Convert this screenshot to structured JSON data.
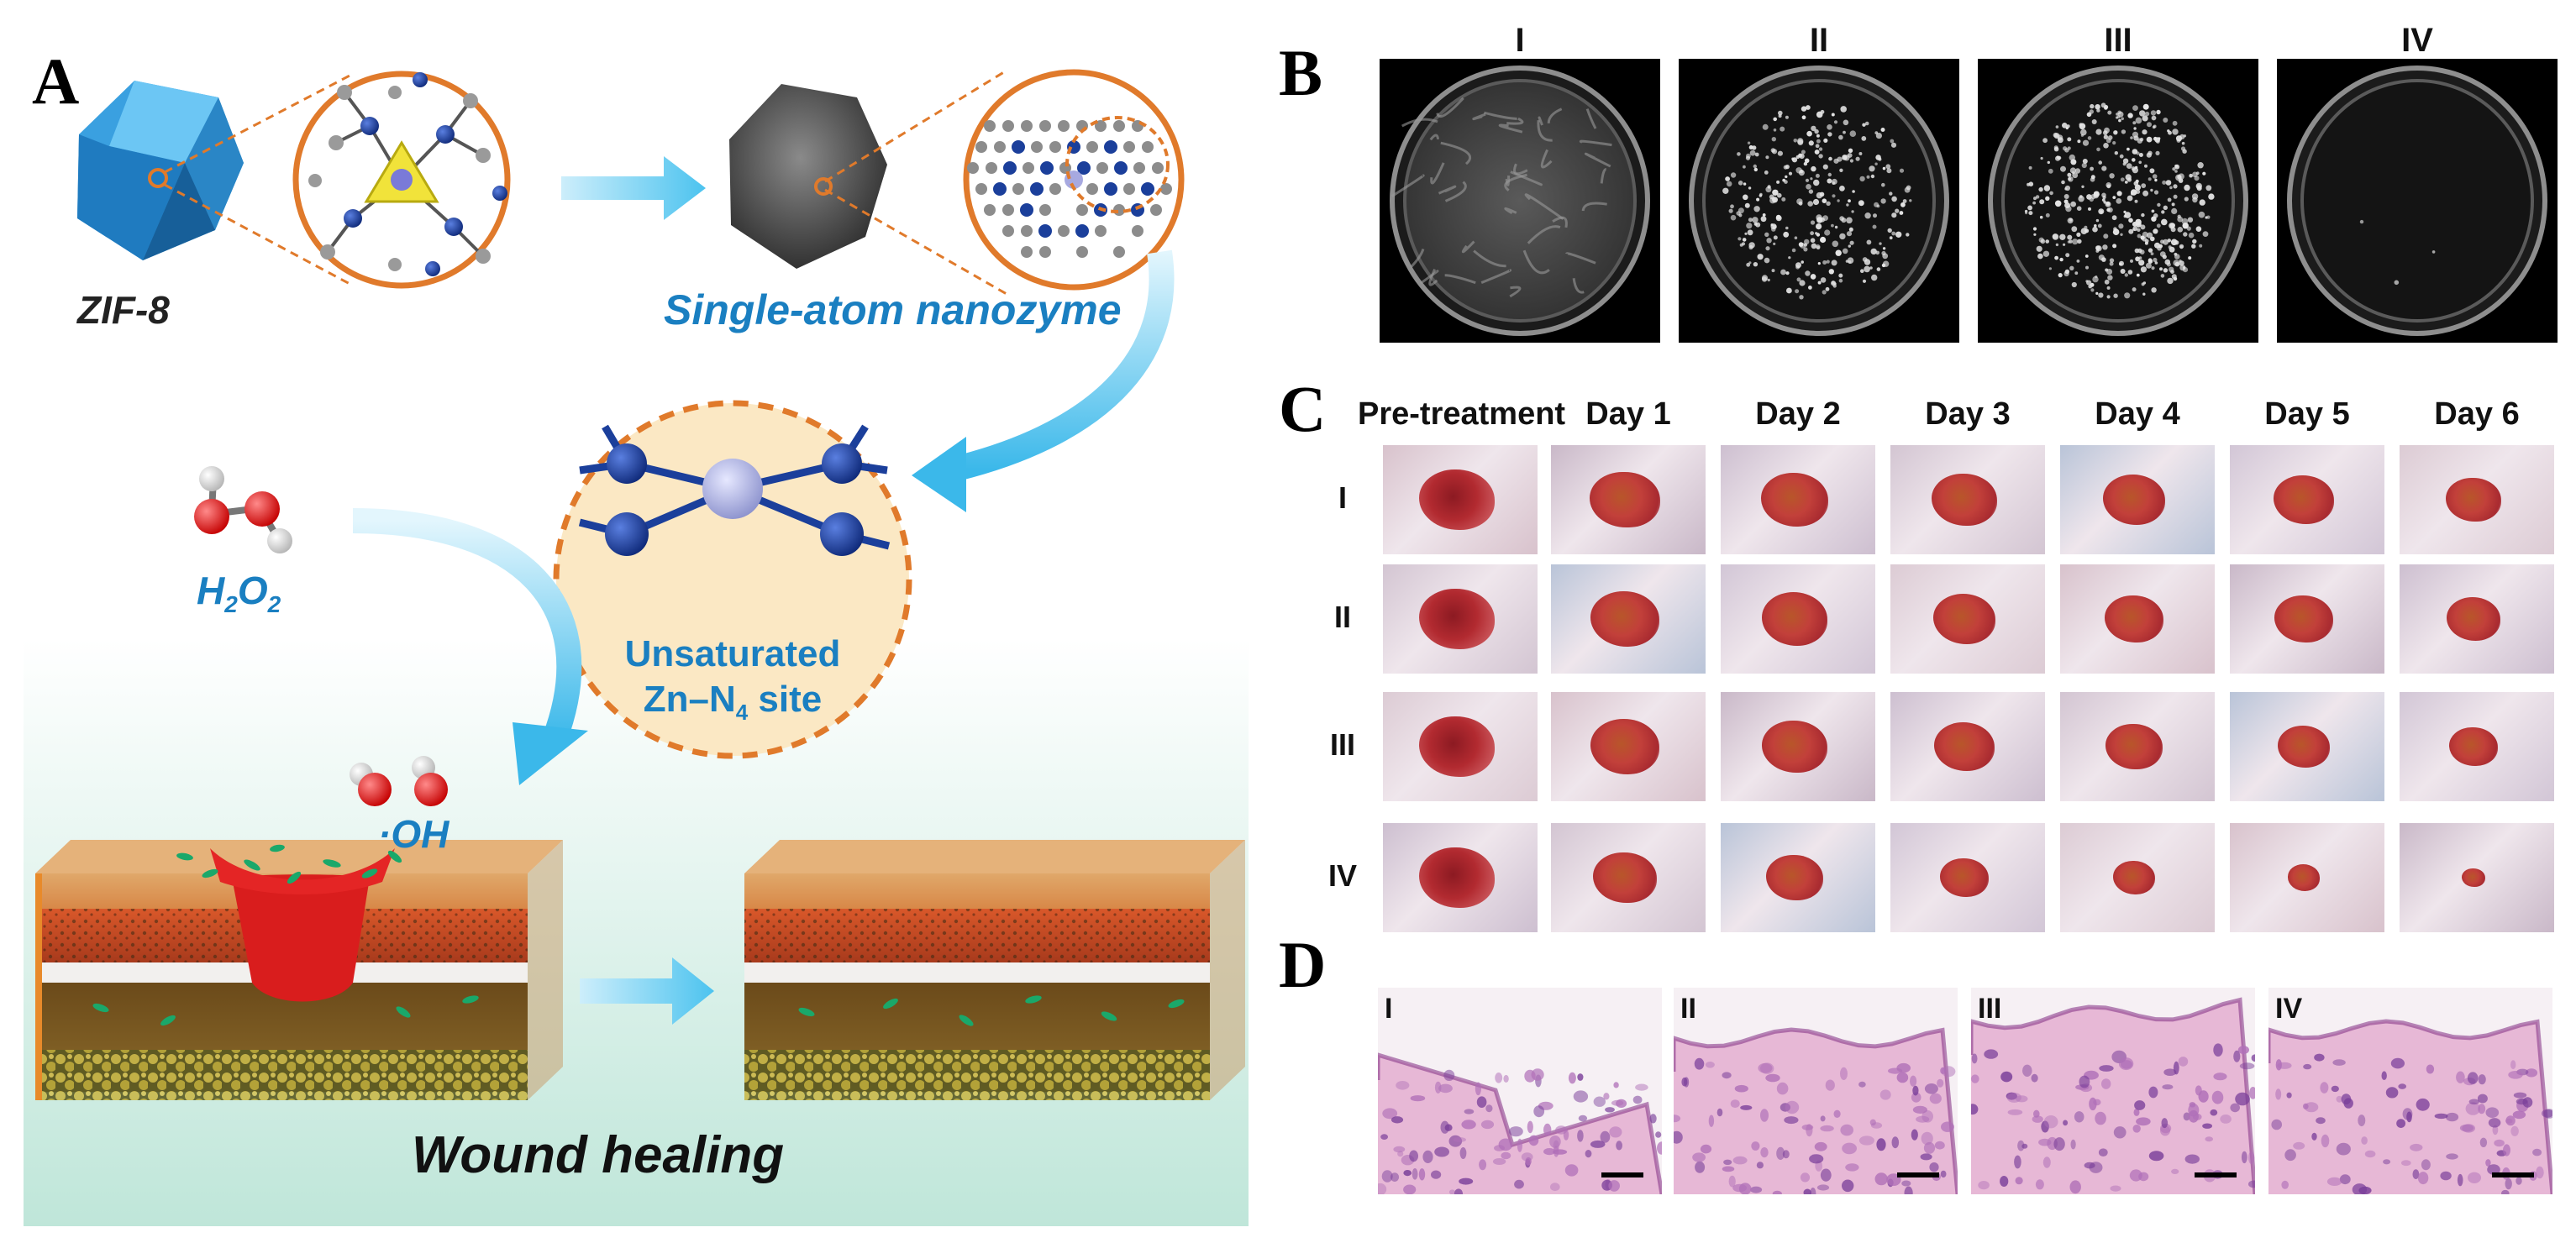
{
  "panels": {
    "a": "A",
    "b": "B",
    "c": "C",
    "d": "D"
  },
  "panelA": {
    "zif8_label": "ZIF-8",
    "sac_label": "Single-atom nanozyme",
    "h2o2_label": "H2O2",
    "h2o2_main": "H",
    "h2o2_sub1": "2",
    "h2o2_mid": "O",
    "h2o2_sub2": "2",
    "oh_label": "·OH",
    "site_line1": "Unsaturated",
    "site_line2_pre": "Zn–N",
    "site_line2_sub": "4",
    "site_line2_post": " site",
    "wound_label": "Wound healing",
    "colors": {
      "accent_blue": "#1a7fc1",
      "orange": "#e07a2b",
      "site_fill": "#fbe8c4",
      "zn_purple": "#9aa0d8",
      "n_blue": "#1b3f9b"
    }
  },
  "panelB": {
    "groups": [
      "I",
      "II",
      "III",
      "IV"
    ]
  },
  "panelC": {
    "columns": [
      "Pre-treatment",
      "Day 1",
      "Day 2",
      "Day 3",
      "Day 4",
      "Day 5",
      "Day 6"
    ],
    "rows": [
      "I",
      "II",
      "III",
      "IV"
    ],
    "wound_size": [
      [
        1.0,
        0.92,
        0.88,
        0.85,
        0.8,
        0.78,
        0.7
      ],
      [
        1.0,
        0.9,
        0.86,
        0.8,
        0.76,
        0.74,
        0.68
      ],
      [
        1.0,
        0.9,
        0.84,
        0.78,
        0.72,
        0.66,
        0.6
      ],
      [
        1.0,
        0.82,
        0.72,
        0.6,
        0.5,
        0.36,
        0.22
      ]
    ]
  },
  "panelD": {
    "groups": [
      "I",
      "II",
      "III",
      "IV"
    ]
  }
}
